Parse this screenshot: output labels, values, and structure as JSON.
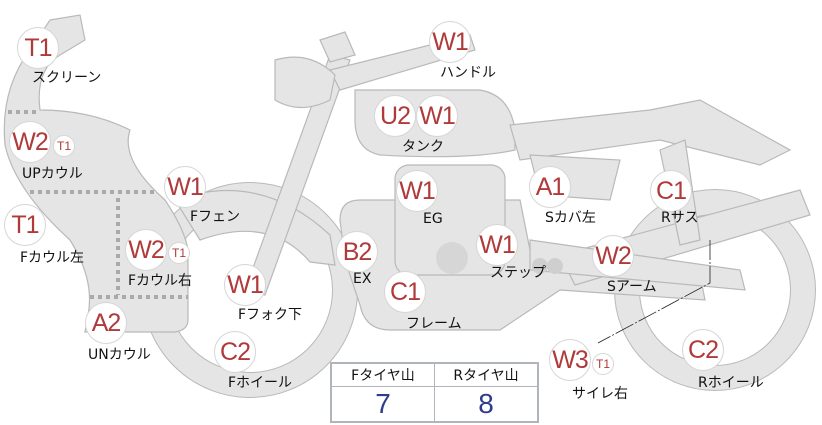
{
  "parts": [
    {
      "id": "screen",
      "grade": "T1",
      "label": "スクリーン"
    },
    {
      "id": "up-cowl",
      "grade": "W2",
      "sub": "T1",
      "label": "UPカウル"
    },
    {
      "id": "f-cowl-left",
      "grade": "T1",
      "label": "Fカウル左"
    },
    {
      "id": "f-cowl-right",
      "grade": "W2",
      "sub": "T1",
      "label": "Fカウル右"
    },
    {
      "id": "un-cowl",
      "grade": "A2",
      "label": "UNカウル"
    },
    {
      "id": "f-fender",
      "grade": "W1",
      "label": "Fフェン"
    },
    {
      "id": "f-fork-lower",
      "grade": "W1",
      "label": "Fフォク下"
    },
    {
      "id": "f-wheel",
      "grade": "C2",
      "label": "Fホイール"
    },
    {
      "id": "handle",
      "grade": "W1",
      "label": "ハンドル"
    },
    {
      "id": "tank",
      "grade": "U2",
      "grade2": "W1",
      "label": "タンク"
    },
    {
      "id": "engine",
      "grade": "W1",
      "label": "EG"
    },
    {
      "id": "side-cover-left",
      "grade": "A1",
      "label": "Sカバ左"
    },
    {
      "id": "r-suspension",
      "grade": "C1",
      "label": "Rサス"
    },
    {
      "id": "exhaust",
      "grade": "B2",
      "label": "EX"
    },
    {
      "id": "step",
      "grade": "W1",
      "label": "ステップ"
    },
    {
      "id": "swing-arm",
      "grade": "W2",
      "label": "Sアーム"
    },
    {
      "id": "frame",
      "grade": "C1",
      "label": "フレーム"
    },
    {
      "id": "muffler-right",
      "grade": "W3",
      "sub": "T1",
      "label": "サイレ右"
    },
    {
      "id": "r-wheel",
      "grade": "C2",
      "label": "Rホイール"
    }
  ],
  "tire_table": {
    "headers": [
      "Fタイヤ山",
      "Rタイヤ山"
    ],
    "values": [
      "7",
      "8"
    ]
  },
  "colors": {
    "grade": "#b03a3a",
    "body": "#e4e4e4",
    "value": "#2b3d8c"
  }
}
